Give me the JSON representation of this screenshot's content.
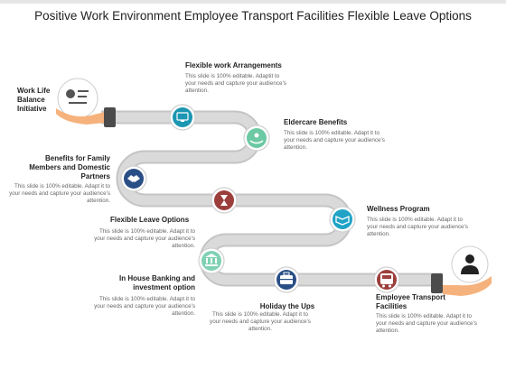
{
  "title": "Positive Work Environment Employee Transport Facilities Flexible Leave Options",
  "start_label": "Work Life Balance Initiative",
  "steps": [
    {
      "label": "Flexible work Arrangements",
      "desc": "This slide is 100% editable. Adaptit to your needs and capture your audience’s attention.",
      "color": "#1c97b2",
      "icon": "monitor-icon"
    },
    {
      "label": "Eldercare Benefits",
      "desc": "This slide is 100% editable. Adapt it to your needs and capture your audience’s attention.",
      "color": "#6cc9a3",
      "icon": "care-hands-icon"
    },
    {
      "label": "Benefits for Family Members and Domestic Partners",
      "desc": "This slide is 100% editable. Adapt it to your needs and capture your audience’s attention.",
      "color": "#2a4f86",
      "icon": "handshake-icon"
    },
    {
      "label": "",
      "desc": "",
      "color": "#9c3f3c",
      "icon": "hourglass-icon"
    },
    {
      "label": "Wellness Program",
      "desc": "This slide is 100% editable. Adapt it to your needs and capture your audience’s attention.",
      "color": "#20a3c6",
      "icon": "wellness-book-icon"
    },
    {
      "label": "Flexible Leave Options",
      "desc": "This slide is 100% editable. Adapt it to your needs and capture your audience’s attention.",
      "color": "#7fd1b4",
      "icon": "bank-icon"
    },
    {
      "label": "In House Banking and investment option",
      "desc": "This slide is 100% editable. Adapt it to your needs and capture your audience’s attention.",
      "color": "#2a4f86",
      "icon": "",
      "marker": false
    },
    {
      "label": "Holiday the Ups",
      "desc": "This slide is 100% editable. Adapt it to your needs and capture your audience’s attention.",
      "color": "#2a4f86",
      "icon": "suitcase-icon"
    },
    {
      "label": "Employee Transport Facilities",
      "desc": "This slide is 100% editable. Adapt it to your needs and capture your audience’s attention.",
      "color": "#9c3f3c",
      "icon": "bus-icon"
    }
  ]
}
